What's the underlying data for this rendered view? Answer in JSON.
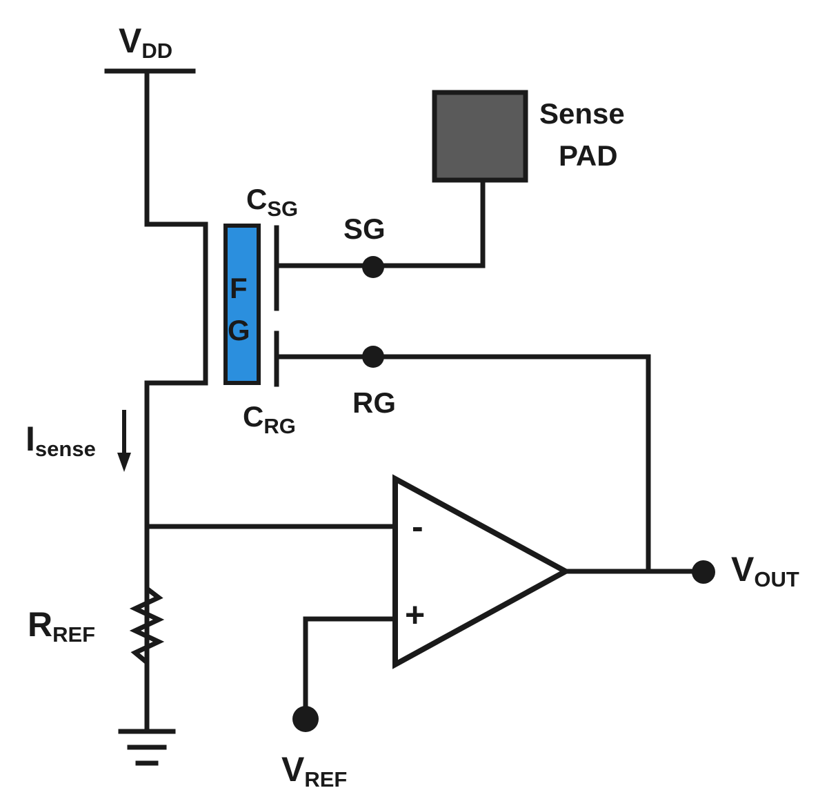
{
  "labels": {
    "vdd": {
      "main": "V",
      "sub": "DD"
    },
    "csg": {
      "main": "C",
      "sub": "SG"
    },
    "crg": {
      "main": "C",
      "sub": "RG"
    },
    "sg": "SG",
    "rg": "RG",
    "fg_f": "F",
    "fg_g": "G",
    "sense_line1": "Sense",
    "sense_line2": "PAD",
    "isense": {
      "main": "I",
      "sub": "sense"
    },
    "rref": {
      "main": "R",
      "sub": "REF"
    },
    "vref": {
      "main": "V",
      "sub": "REF"
    },
    "vout": {
      "main": "V",
      "sub": "OUT"
    },
    "minus": "-",
    "plus": "+"
  },
  "colors": {
    "wire": "#1a1a1a",
    "floating_gate": "#2b8fde",
    "sense_pad": "#5a5a5a"
  }
}
